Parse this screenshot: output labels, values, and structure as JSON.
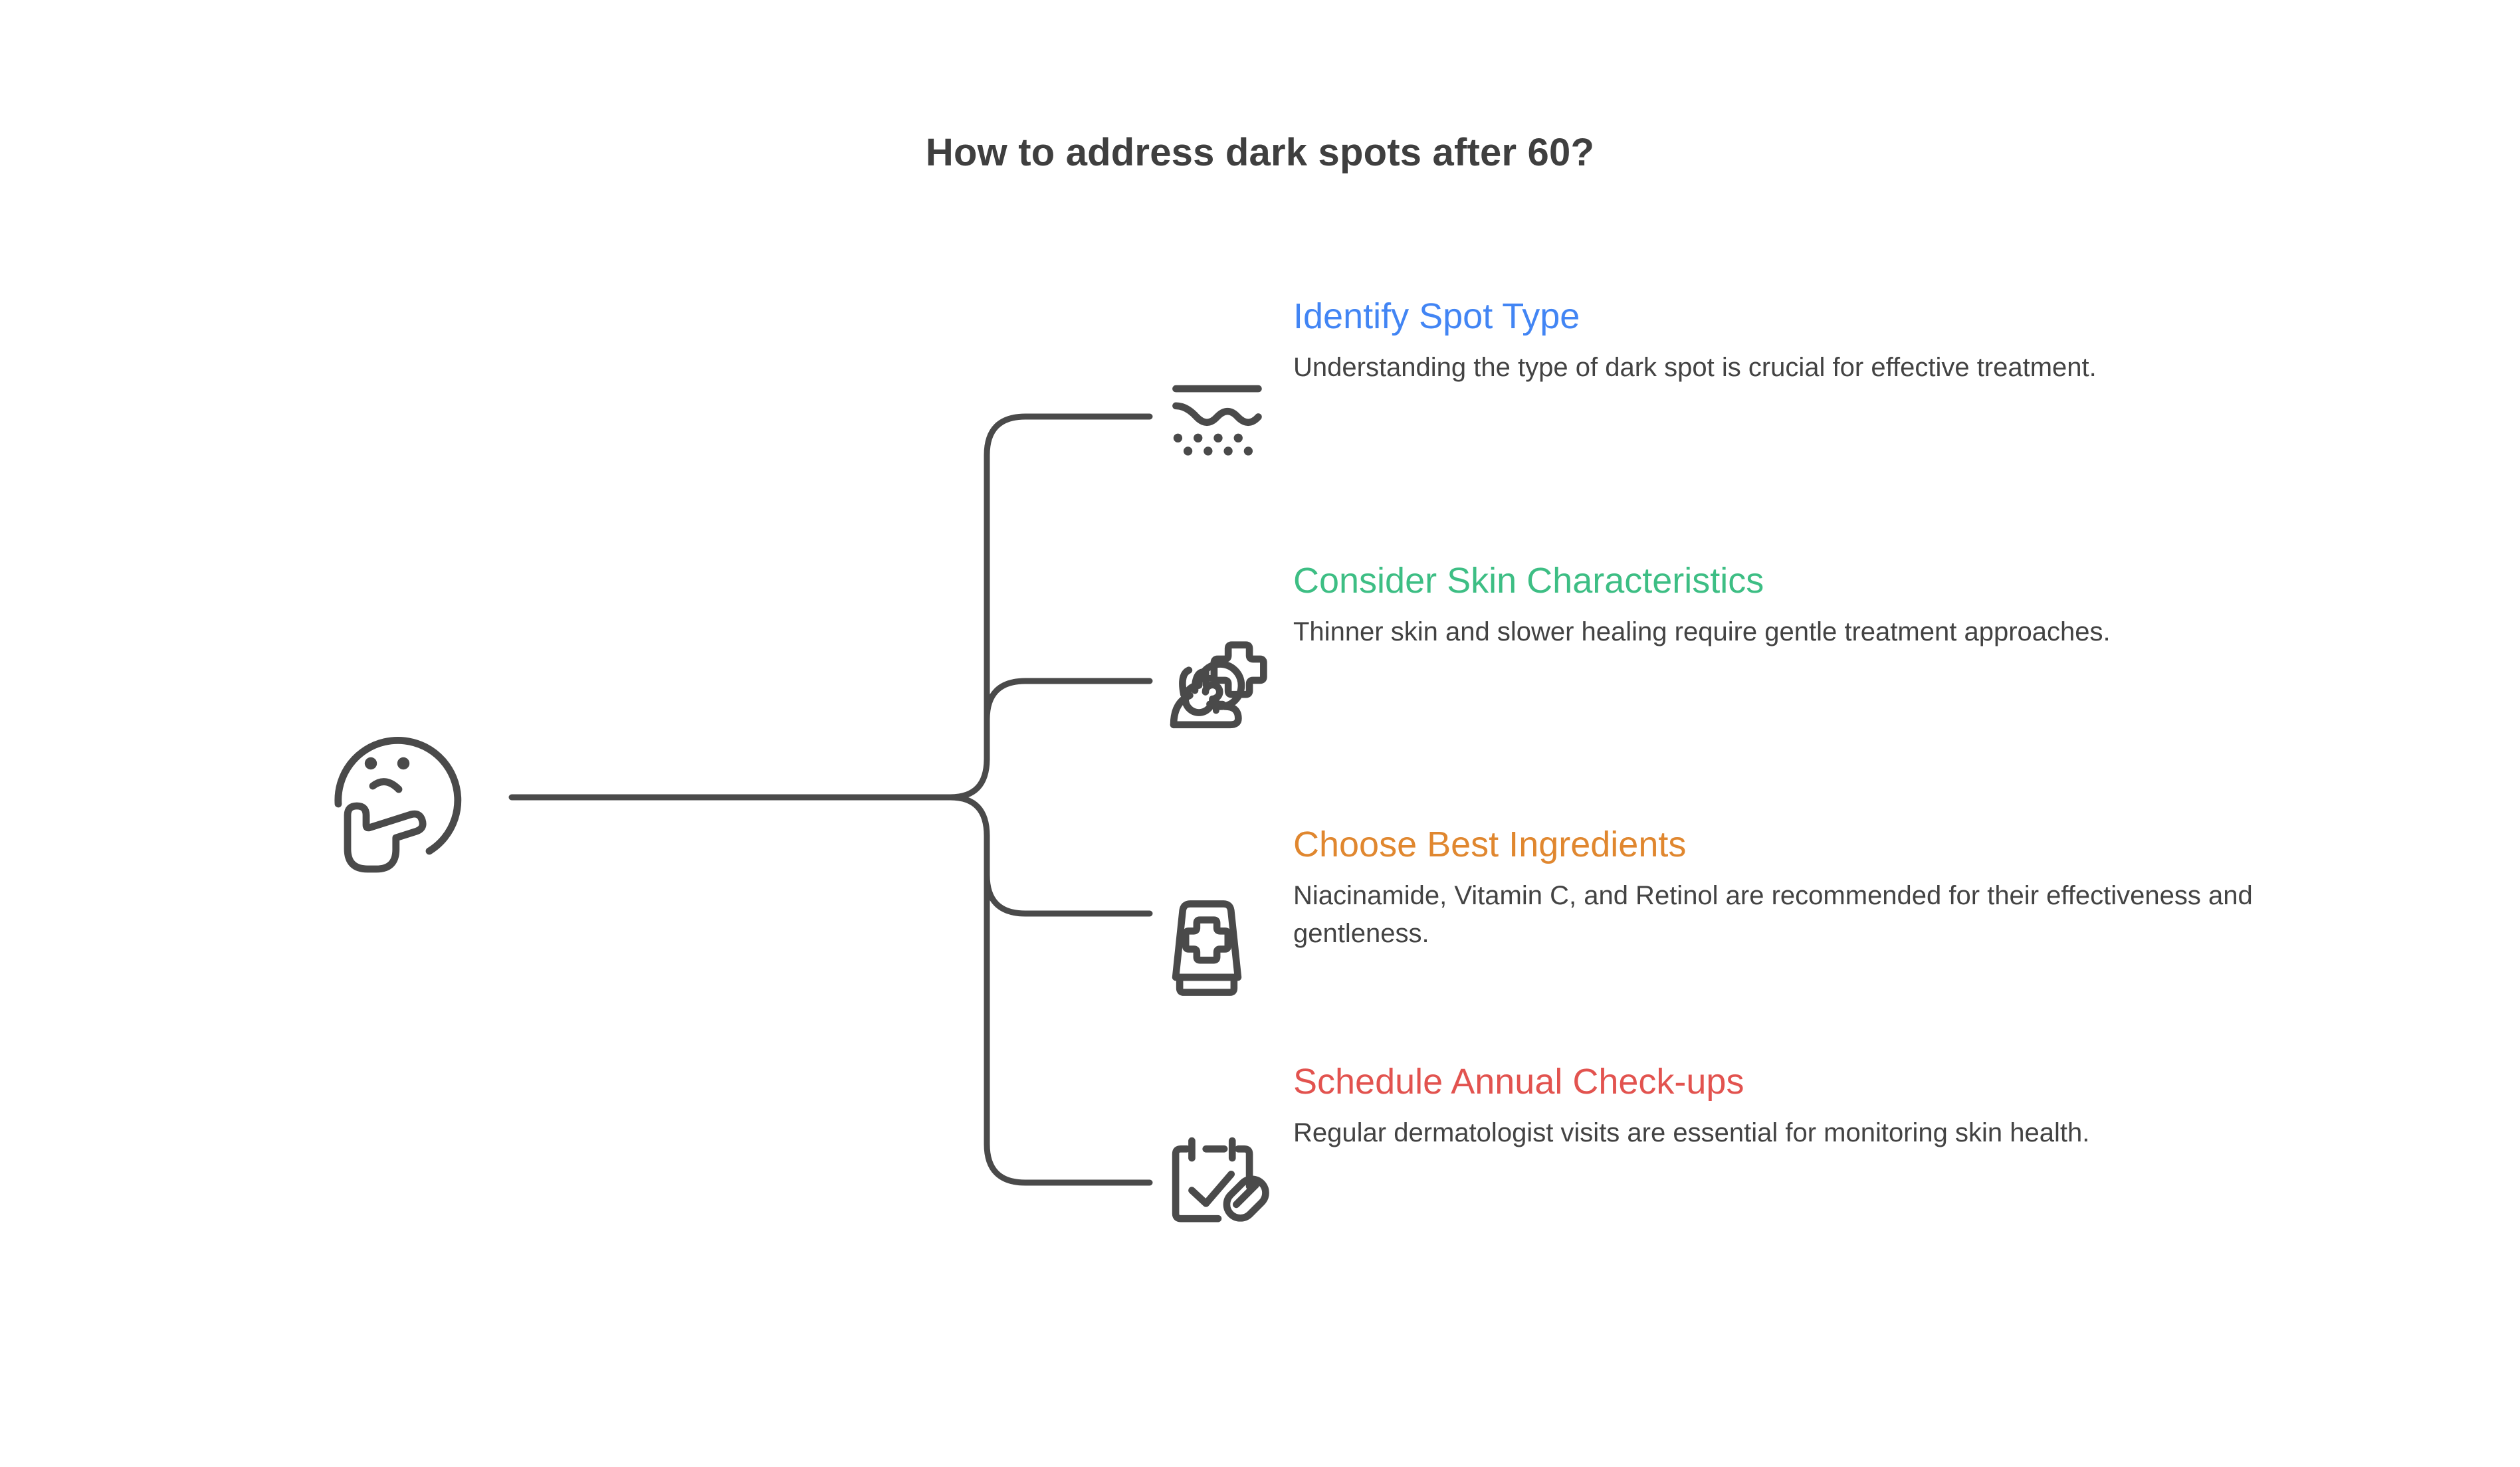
{
  "page": {
    "title": "How to address dark spots after 60?",
    "background_color": "#ffffff",
    "line_color": "#4a4a4a",
    "title_color": "#3f3f3f",
    "body_text_color": "#434343"
  },
  "root": {
    "icon": "thinking-face-icon",
    "label": ""
  },
  "branches": [
    {
      "icon": "skin-layers-dots-icon",
      "title": "Identify Spot Type",
      "color": "#4285f4",
      "description": "Understanding the type of dark spot is crucial for effective treatment."
    },
    {
      "icon": "snail-cream-sparkle-icon",
      "title": "Consider Skin Characteristics",
      "color": "#3dbe84",
      "description": "Thinner skin and slower healing require gentle treatment approaches."
    },
    {
      "icon": "cream-tube-icon",
      "title": "Choose Best Ingredients",
      "color": "#e0872f",
      "description": "Niacinamide, Vitamin C, and Retinol are recommended for their effectiveness and gentleness."
    },
    {
      "icon": "calendar-check-pill-icon",
      "title": "Schedule Annual Check-ups",
      "color": "#e2534f",
      "description": "Regular dermatologist visits are essential for monitoring skin health."
    }
  ]
}
